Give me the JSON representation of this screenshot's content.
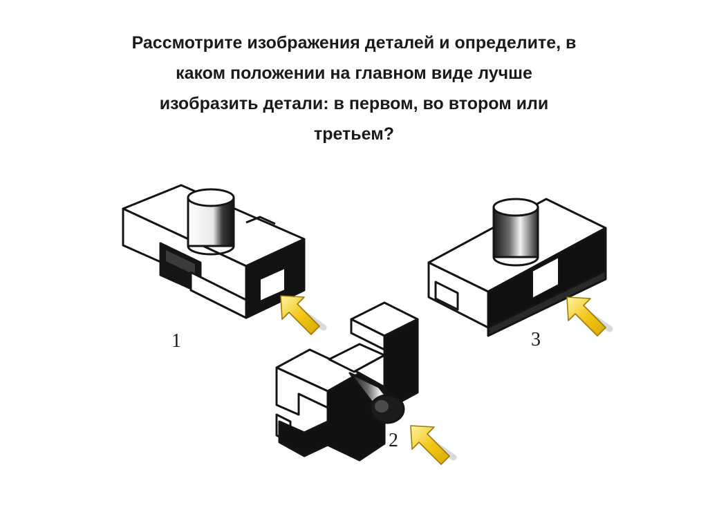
{
  "question": {
    "lines": [
      "Рассмотрите изображения деталей и определите, в",
      "каком положении на главном виде лучше",
      "изобразить детали: в первом, во втором или",
      "третьем?"
    ]
  },
  "figures": [
    {
      "label": "1",
      "icon": "isometric-part-icon",
      "arrow": "view-direction-arrow-icon"
    },
    {
      "label": "2",
      "icon": "isometric-part-icon",
      "arrow": "view-direction-arrow-icon"
    },
    {
      "label": "3",
      "icon": "isometric-part-icon",
      "arrow": "view-direction-arrow-icon"
    }
  ],
  "colors": {
    "text": "#1a1a1a",
    "arrow_fill": "#f2c81a",
    "arrow_stroke": "#9a7a08",
    "part_shadow": "#141414"
  }
}
